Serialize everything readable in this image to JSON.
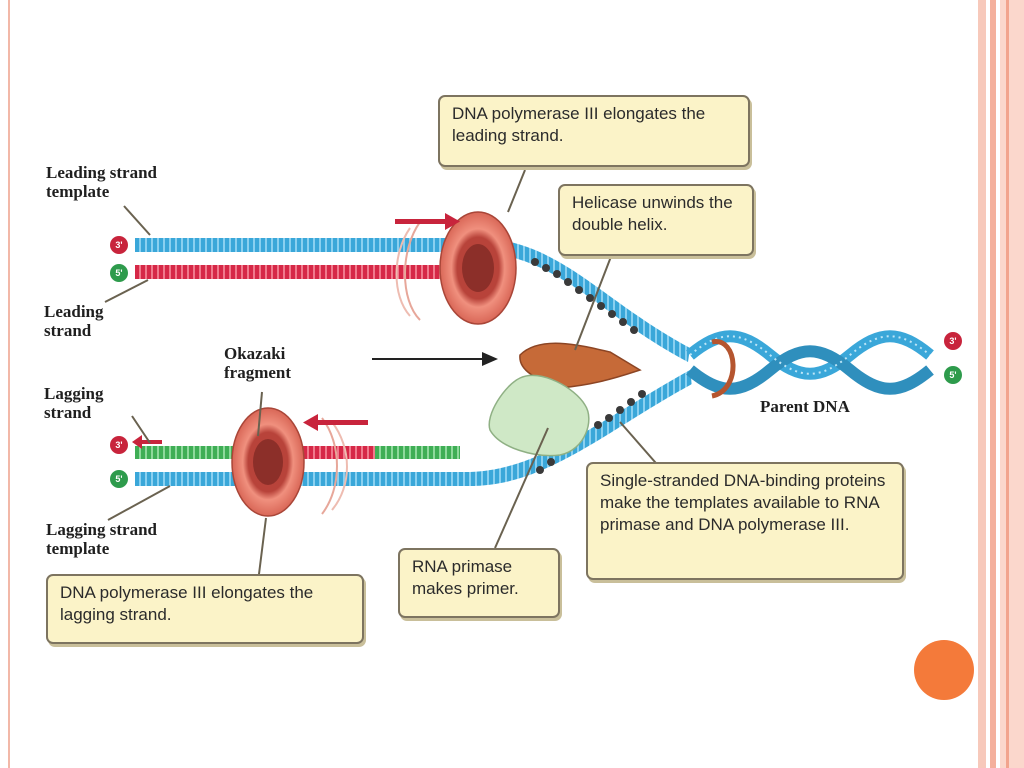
{
  "callouts": {
    "pol3_leading": "DNA polymerase III elongates the leading strand.",
    "helicase": "Helicase unwinds the double helix.",
    "ssb": "Single-stranded DNA-binding proteins make the templates available to RNA primase and DNA polymerase III.",
    "primase": "RNA primase makes primer.",
    "pol3_lagging": "DNA polymerase III elongates the lagging strand."
  },
  "labels": {
    "leading_template": [
      "Leading strand",
      "template"
    ],
    "leading_strand": [
      "Leading",
      "strand"
    ],
    "okazaki": [
      "Okazaki",
      "fragment"
    ],
    "lagging_strand": [
      "Lagging",
      "strand"
    ],
    "lagging_template": [
      "Lagging strand",
      "template"
    ],
    "parent_dna": "Parent DNA"
  },
  "end_marks": {
    "leading_top": "3'",
    "leading_bottom": "5'",
    "lagging_top": "3'",
    "lagging_bottom": "5'",
    "parent_top": "3'",
    "parent_bottom": "5'"
  },
  "colors": {
    "template_strand": "#3aa7d9",
    "new_leading_strand": "#d62847",
    "okazaki_fragment": "#3fae55",
    "polymerase": "#e98473",
    "helicase": "#c66a38",
    "primase": "#cfe8c6",
    "accent_circle": "#f47a3a"
  }
}
